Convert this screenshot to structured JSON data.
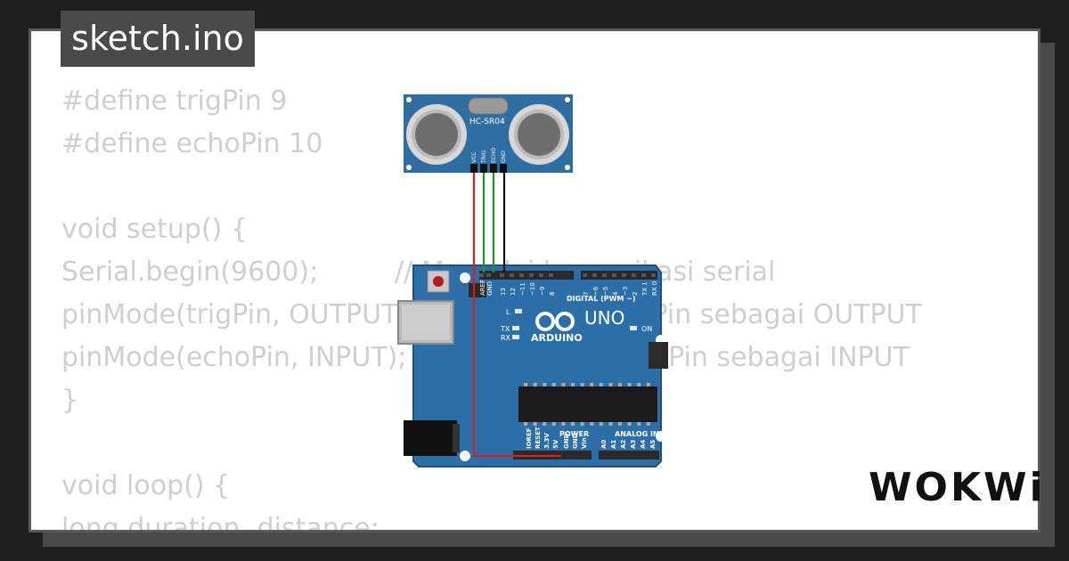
{
  "file_tab": {
    "label": "sketch.ino"
  },
  "code_lines": [
    "#define trigPin 9",
    "#define echoPin 10",
    "",
    "void setup() {",
    "Serial.begin(9600);         // Memulai komunikasi serial",
    "pinMode(trigPin, OUTPUT);   // Mengatur trigPin sebagai OUTPUT",
    "pinMode(echoPin, INPUT);    // Mengatur echoPin sebagai INPUT",
    "}",
    "",
    "void loop() {",
    "long duration, distance;"
  ],
  "sensor": {
    "model": "HC-SR04",
    "pins": [
      "VCC",
      "TRIG",
      "ECHO",
      "GND"
    ]
  },
  "board": {
    "model": "UNO",
    "brand": "ARDUINO",
    "digital_label": "DIGITAL (PWM ~)",
    "power_label": "POWER",
    "analog_label": "ANALOG IN",
    "led_labels": [
      "L",
      "TX",
      "RX",
      "ON"
    ],
    "top_pins": [
      "AREF",
      "GND",
      "13",
      "12",
      "~11",
      "~10",
      "~9",
      "8",
      "7",
      "~6",
      "~5",
      "4",
      "~3",
      "2",
      "TX 1",
      "RX 0"
    ],
    "power_pins": [
      "IOREF",
      "RESET",
      "3.3V",
      "5V",
      "GND",
      "GND",
      "Vin"
    ],
    "analog_pins": [
      "A0",
      "A1",
      "A2",
      "A3",
      "A4",
      "A5"
    ]
  },
  "wires": {
    "vcc": "#d32020",
    "trig": "#1a9a1a",
    "echo": "#1a9a1a",
    "gnd": "#111111"
  },
  "brand_logo": "WOKWi"
}
